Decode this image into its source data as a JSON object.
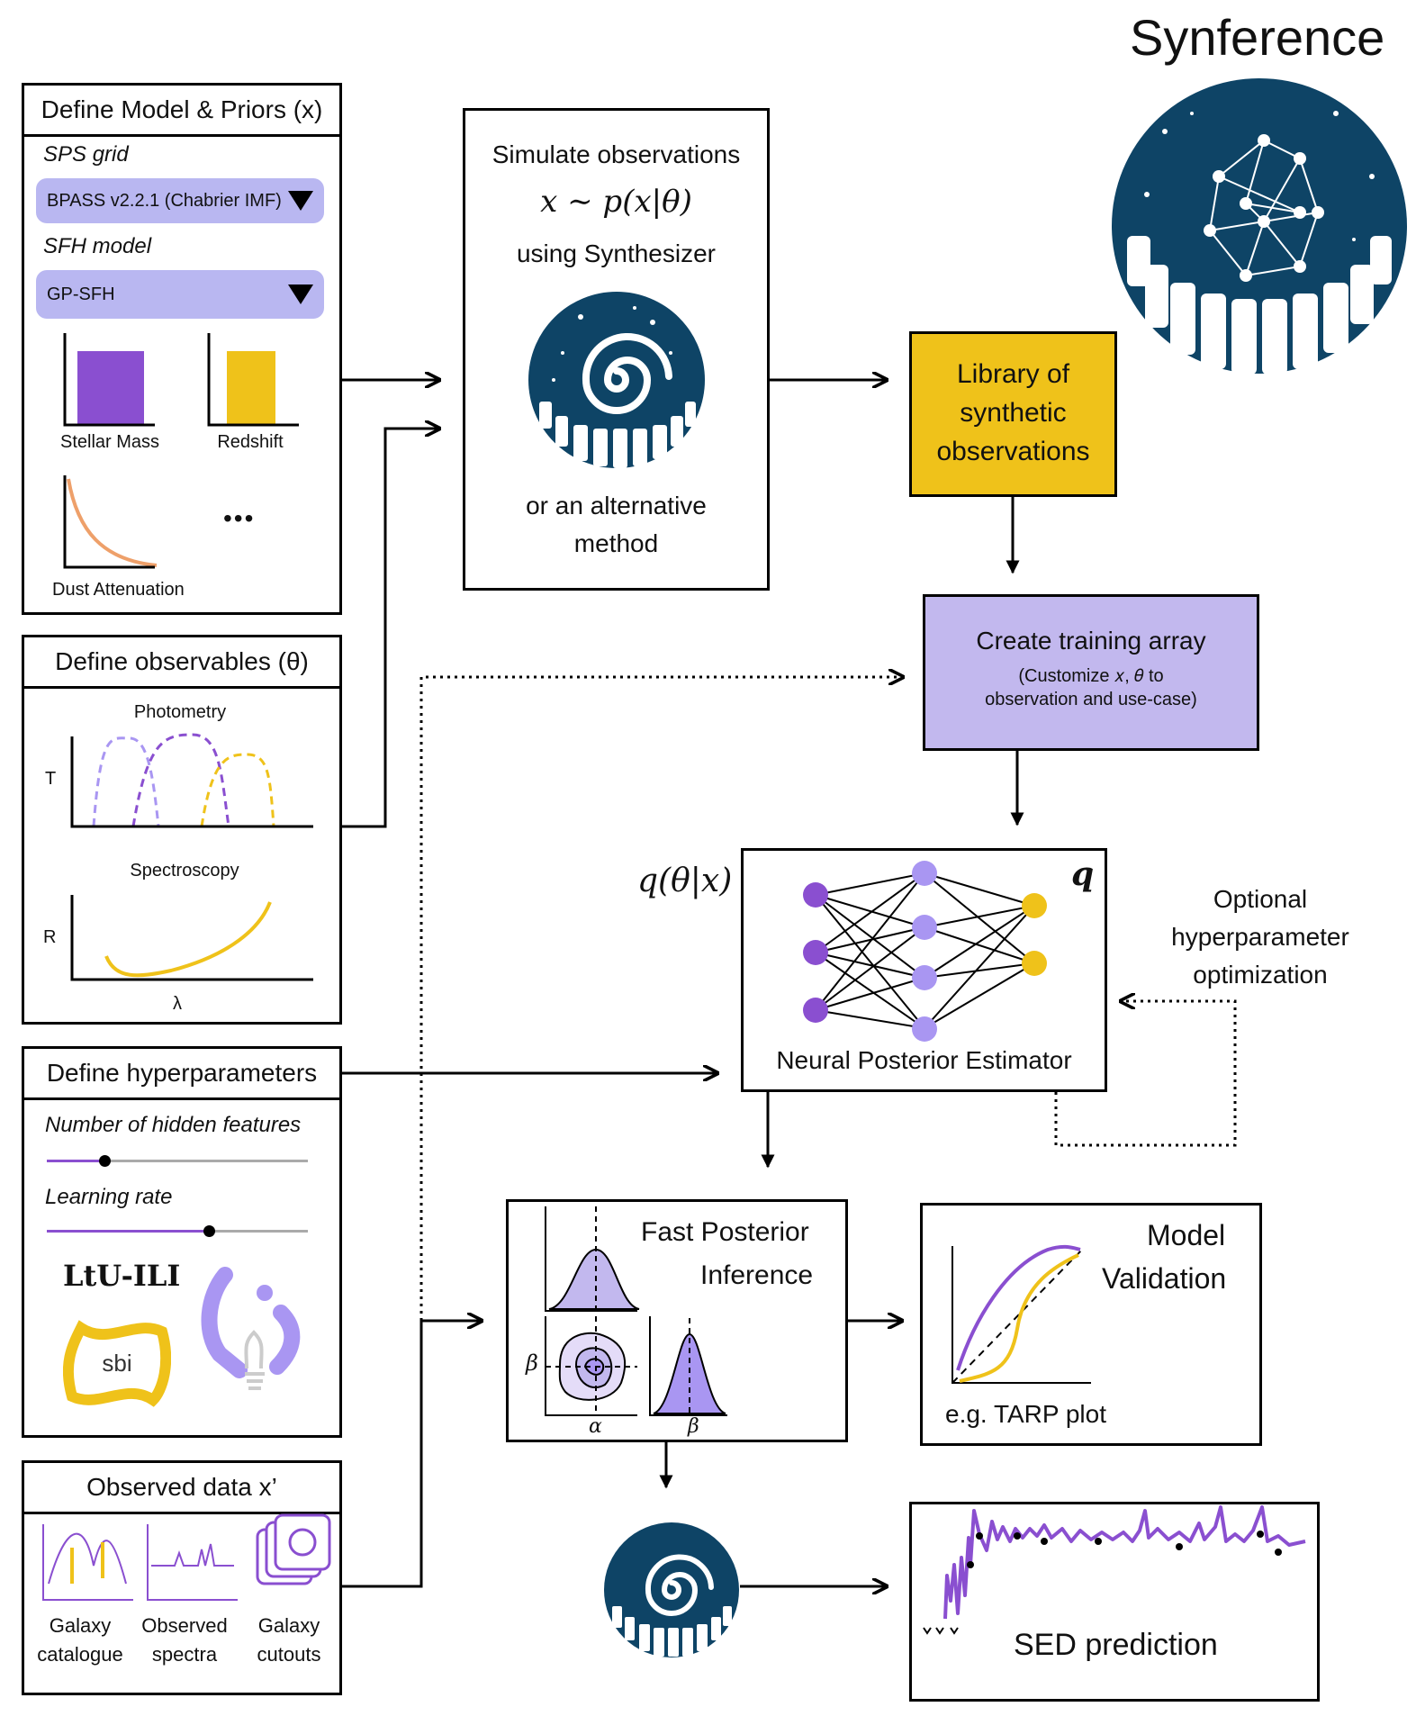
{
  "app_title": "Synference",
  "model": {
    "title": "Define Model & Priors (x)",
    "sps_label": "SPS grid",
    "sps_value": "BPASS v2.2.1 (Chabrier IMF)",
    "sfh_label": "SFH model",
    "sfh_value": "GP-SFH",
    "priors": [
      "Stellar Mass",
      "Redshift",
      "Dust Attenuation"
    ],
    "more": "•••"
  },
  "observables": {
    "title": "Define observables (θ)",
    "photometry": "Photometry",
    "spectroscopy": "Spectroscopy",
    "t_axis": "T",
    "r_axis": "R",
    "lambda_axis": "λ"
  },
  "hyperparams": {
    "title": "Define hyperparameters",
    "hidden": "Number of hidden features",
    "hidden_level": 0.22,
    "lr": "Learning rate",
    "lr_level": 0.62,
    "ltu": "LtU-ILI",
    "sbi": "sbi"
  },
  "observed": {
    "title": "Observed data x’",
    "items": [
      {
        "l1": "Galaxy",
        "l2": "catalogue"
      },
      {
        "l1": "Observed",
        "l2": "spectra"
      },
      {
        "l1": "Galaxy",
        "l2": "cutouts"
      }
    ]
  },
  "simulate": {
    "line1": "Simulate observations",
    "formula": "x ∼ p(x|θ)",
    "line2": "using Synthesizer",
    "alt1": "or an alternative",
    "alt2": "method"
  },
  "library": {
    "l1": "Library of",
    "l2": "synthetic",
    "l3": "observations"
  },
  "training": {
    "title": "Create training array",
    "sub1": "(Customize 𝑥, 𝜃 to",
    "sub2": "observation and use-case)"
  },
  "npe": {
    "qlabel": "q(θ|x)",
    "q": "q",
    "label": "Neural Posterior Estimator"
  },
  "optional": {
    "l1": "Optional",
    "l2": "hyperparameter",
    "l3": "optimization"
  },
  "fast": {
    "l1": "Fast Posterior",
    "l2": "Inference",
    "alpha": "α",
    "beta": "β",
    "beta_y": "β"
  },
  "validation": {
    "l1": "Model",
    "l2": "Validation",
    "caption": "e.g. TARP plot"
  },
  "sed": {
    "label": "SED prediction"
  },
  "colors": {
    "navy": "#0e4466",
    "purple": "#8a4fd0",
    "lilac": "#a996f2",
    "lavender": "#c2b8ee",
    "yellow": "#efc21a",
    "orange": "#eea06a",
    "dropdown": "#b9b7f1"
  }
}
